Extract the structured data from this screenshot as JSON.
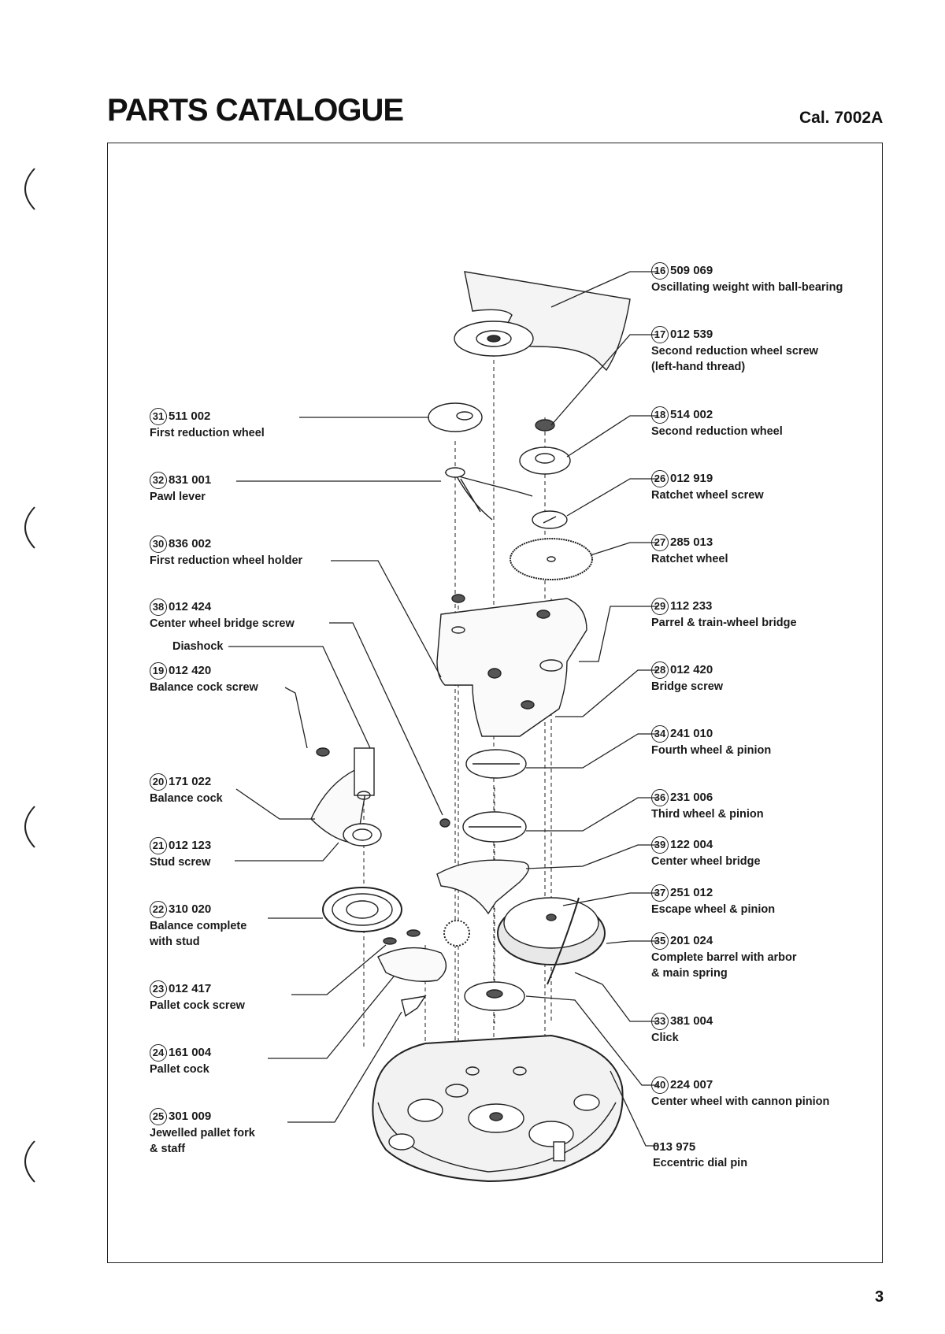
{
  "header": {
    "title": "PARTS CATALOGUE",
    "caliber": "Cal. 7002A"
  },
  "page_number": "3",
  "parts": [
    {
      "no": "16",
      "code": "509 069",
      "desc": "Oscillating weight with ball-bearing"
    },
    {
      "no": "17",
      "code": "012 539",
      "desc": "Second reduction wheel screw",
      "desc2": "(left-hand thread)"
    },
    {
      "no": "18",
      "code": "514 002",
      "desc": "Second reduction wheel"
    },
    {
      "no": "26",
      "code": "012 919",
      "desc": "Ratchet wheel screw"
    },
    {
      "no": "27",
      "code": "285 013",
      "desc": "Ratchet wheel"
    },
    {
      "no": "29",
      "code": "112 233",
      "desc": "Parrel & train-wheel bridge"
    },
    {
      "no": "28",
      "code": "012 420",
      "desc": "Bridge screw"
    },
    {
      "no": "34",
      "code": "241 010",
      "desc": "Fourth wheel & pinion"
    },
    {
      "no": "36",
      "code": "231 006",
      "desc": "Third wheel & pinion"
    },
    {
      "no": "39",
      "code": "122 004",
      "desc": "Center wheel bridge"
    },
    {
      "no": "37",
      "code": "251 012",
      "desc": "Escape wheel & pinion"
    },
    {
      "no": "35",
      "code": "201 024",
      "desc": "Complete barrel with arbor",
      "desc2": "& main spring"
    },
    {
      "no": "33",
      "code": "381 004",
      "desc": "Click"
    },
    {
      "no": "40",
      "code": "224 007",
      "desc": "Center wheel with cannon pinion"
    },
    {
      "no": "",
      "code": "013 975",
      "desc": "Eccentric dial pin"
    },
    {
      "no": "31",
      "code": "511 002",
      "desc": "First reduction wheel"
    },
    {
      "no": "32",
      "code": "831 001",
      "desc": "Pawl lever"
    },
    {
      "no": "30",
      "code": "836 002",
      "desc": "First reduction wheel holder"
    },
    {
      "no": "38",
      "code": "012 424",
      "desc": "Center wheel bridge screw"
    },
    {
      "no": "",
      "code": "",
      "desc": "Diashock"
    },
    {
      "no": "19",
      "code": "012 420",
      "desc": "Balance cock screw"
    },
    {
      "no": "20",
      "code": "171 022",
      "desc": "Balance cock"
    },
    {
      "no": "21",
      "code": "012 123",
      "desc": "Stud screw"
    },
    {
      "no": "22",
      "code": "310 020",
      "desc": "Balance complete",
      "desc2": "with stud"
    },
    {
      "no": "23",
      "code": "012 417",
      "desc": "Pallet cock screw"
    },
    {
      "no": "24",
      "code": "161 004",
      "desc": "Pallet cock"
    },
    {
      "no": "25",
      "code": "301 009",
      "desc": "Jewelled pallet fork",
      "desc2": "& staff"
    }
  ]
}
